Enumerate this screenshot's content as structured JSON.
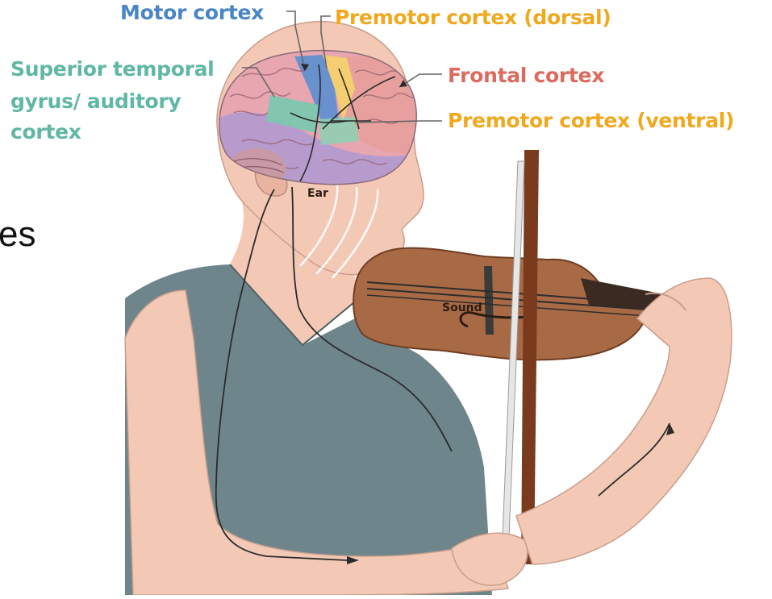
{
  "labels": {
    "motor_cortex": "Motor cortex",
    "premotor_dorsal": "Premotor cortex (dorsal)",
    "superior_temporal_line1": "Superior temporal",
    "superior_temporal_line2": "gyrus/ auditory",
    "superior_temporal_line3": "cortex",
    "frontal_cortex": "Frontal cortex",
    "premotor_ventral": "Premotor cortex (ventral)",
    "ear": "Ear",
    "sound": "Sound"
  },
  "slide_fragment": "es",
  "colors": {
    "motor": "#4a86c5",
    "premotor": "#f0a81e",
    "temporal": "#5fb7a4",
    "frontal": "#dc6a5e",
    "skin": "#f3c9b6",
    "shirt": "#6e868b",
    "violin": "#a86a45",
    "bow": "#7a3a1e"
  }
}
